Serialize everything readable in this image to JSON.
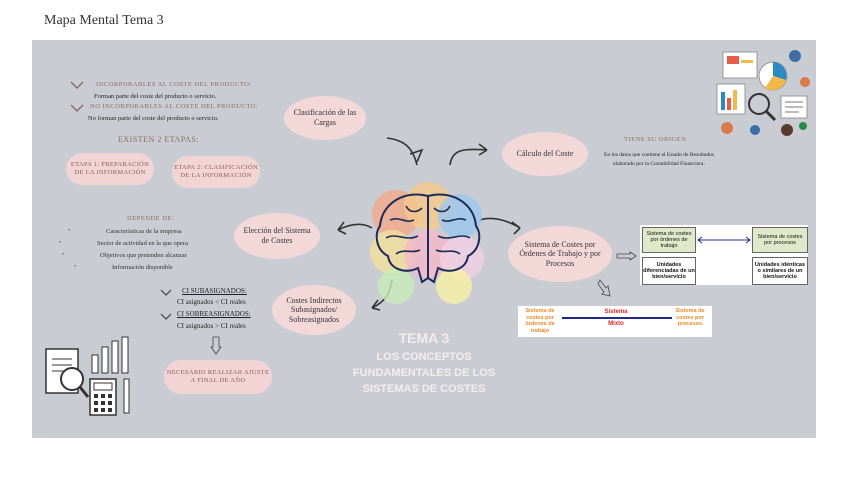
{
  "page_title": "Mapa Mental Tema 3",
  "left_top": {
    "item1_heading": "INCORPORABLES AL COSTE DEL PRODUCTO:",
    "item1_text": "Forman parte del coste del producto o servicio.",
    "item2_heading": "NO INCORPORABLES AL COSTE DEL PRODUCTO:",
    "item2_text": "No forman parte del coste del producto o servicio."
  },
  "etapas": {
    "heading": "EXISTEN 2 ETAPAS:",
    "stage1": "ETAPA 1: PREPARACIÓN DE LA INFORMACIÓN",
    "stage2": "ETAPA 2: CLASIFICACIÓN DE LA INFORMACIÓN"
  },
  "depende": {
    "heading": "DEPENDE DE:",
    "items": [
      "Características de la empresa",
      "Sector de actividad en la que opera",
      "Objetivos que pretenden alcanzar",
      "Información disponible"
    ]
  },
  "ci": {
    "sub_heading": "CI SUBASIGNADOS:",
    "sub_text": "CI asignados < CI reales",
    "sobre_heading": "CI SOBREASIGNADOS:",
    "sobre_text": "CI asignados > CI reales",
    "note": "NECESARIO REALIZAR AJUSTE A FINAL DE AÑO"
  },
  "clouds": {
    "clasificacion": "Clasificación de las Cargas",
    "calculo": "Cálculo del Coste",
    "eleccion": "Elección del Sistema de Costes",
    "costes_indirectos": "Costes Indirectos Subasignados/ Sobreasignados",
    "sistema": "Sistema de Costes por Órdenes de Trabajo y por Procesos"
  },
  "origen": {
    "heading": "TIENE SU ORIGEN",
    "text": "En los datos que contiene el Estado de Resultados elaborado por la Contabilidad Financiera."
  },
  "comparison": {
    "left_top": "Sistema de costes por órdenes de trabajo",
    "left_bottom": "Unidades diferenciadas de un bien/servicio",
    "right_top": "Sistema de costes por procesos",
    "right_bottom": "Unidades idénticas o similares de un bien/servicio"
  },
  "spectrum": {
    "left": "Sistema de costes por órdenes de trabajo",
    "center_top": "Sistema",
    "center_bottom": "Mixto",
    "right": "Sistema de costes por procesos"
  },
  "main_title": {
    "line1": "TEMA 3",
    "line2": "LOS CONCEPTOS FUNDAMENTALES DE LOS SISTEMAS DE COSTES"
  },
  "colors": {
    "background": "#c9ccd3",
    "cloud": "#f3d8d8",
    "orange": "#f08a24",
    "red": "#d62828",
    "navy": "#1d2a5a"
  }
}
